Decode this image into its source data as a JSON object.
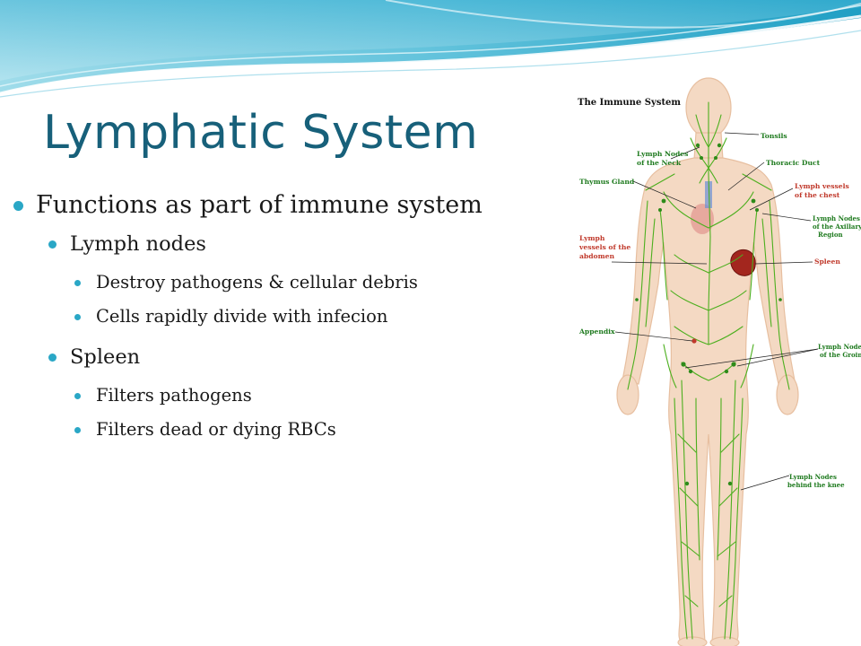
{
  "slide": {
    "title": "Lymphatic System",
    "bullets": {
      "main": "Functions as part of immune system",
      "lymph_nodes": {
        "label": "Lymph nodes",
        "items": [
          "Destroy pathogens & cellular debris",
          "Cells rapidly divide with infecion"
        ]
      },
      "spleen": {
        "label": "Spleen",
        "items": [
          "Filters pathogens",
          "Filters dead or dying RBCs"
        ]
      }
    }
  },
  "figure": {
    "title": "The Immune System",
    "labels": {
      "tonsils": "Tonsils",
      "neck_nodes": [
        "Lymph Nodes",
        "of the Neck"
      ],
      "thoracic_duct": "Thoracic Duct",
      "thymus": "Thymus Gland",
      "chest_vessels": [
        "Lymph vessels",
        "of the chest"
      ],
      "axillary": [
        "Lymph Nodes",
        "of the Axillary",
        "Region"
      ],
      "abdomen_vessels": [
        "Lymph",
        "vessels of the",
        "abdomen"
      ],
      "spleen": "Spleen",
      "appendix": "Appendix",
      "groin": [
        "Lymph Nodes",
        "of the Groin"
      ],
      "knee": [
        "Lymph Nodes",
        "behind the knee"
      ]
    },
    "colors": {
      "title_text": "#17607a",
      "bullet": "#2aa7c6",
      "label_green": "#1e7a1e",
      "label_red": "#c0392b",
      "lymph_vessel": "#4caf1e",
      "skin": "#f4d9c3",
      "spleen": "#a3261e"
    }
  }
}
